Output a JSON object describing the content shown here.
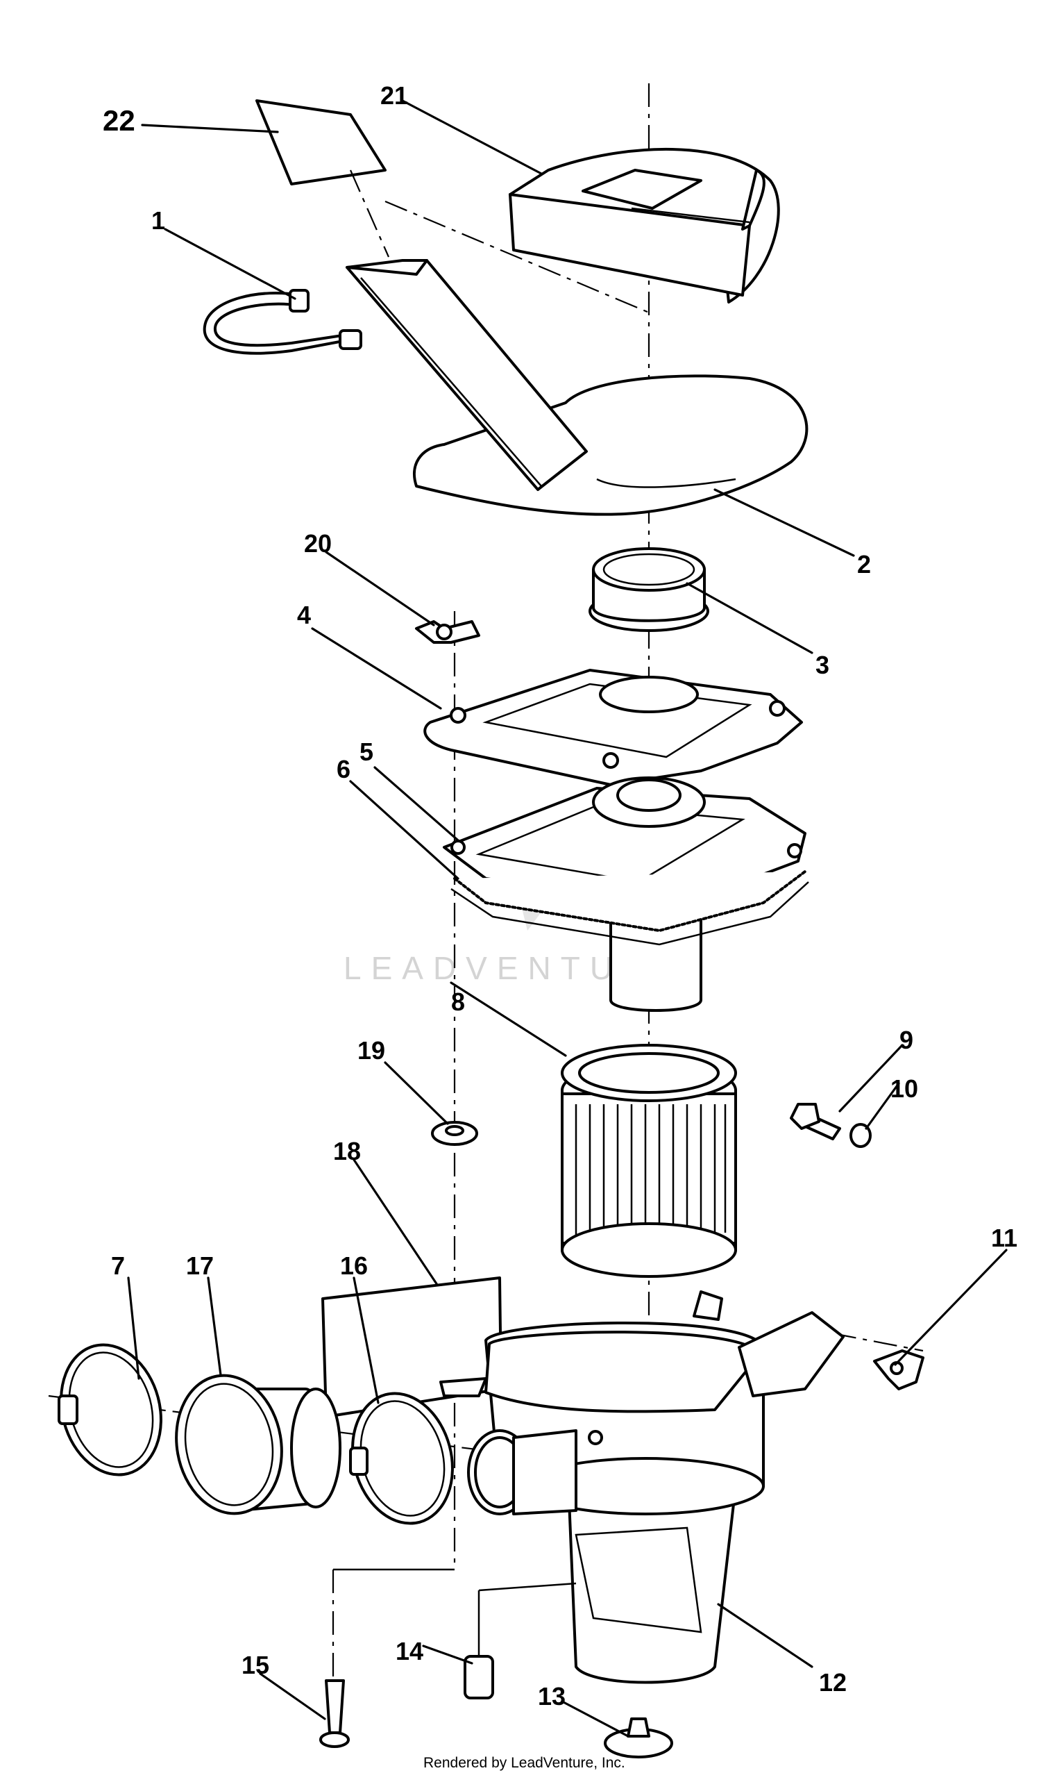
{
  "callouts": {
    "c1": "1",
    "c2": "2",
    "c3": "3",
    "c4": "4",
    "c5": "5",
    "c6": "6",
    "c7": "7",
    "c8": "8",
    "c9": "9",
    "c10": "10",
    "c11": "11",
    "c12": "12",
    "c13": "13",
    "c14": "14",
    "c15": "15",
    "c16": "16",
    "c17": "17",
    "c18": "18",
    "c19": "19",
    "c20": "20",
    "c21": "21",
    "c22": "22"
  },
  "watermark": "LEADVENTURE",
  "footer": "Rendered by LeadVenture, Inc."
}
